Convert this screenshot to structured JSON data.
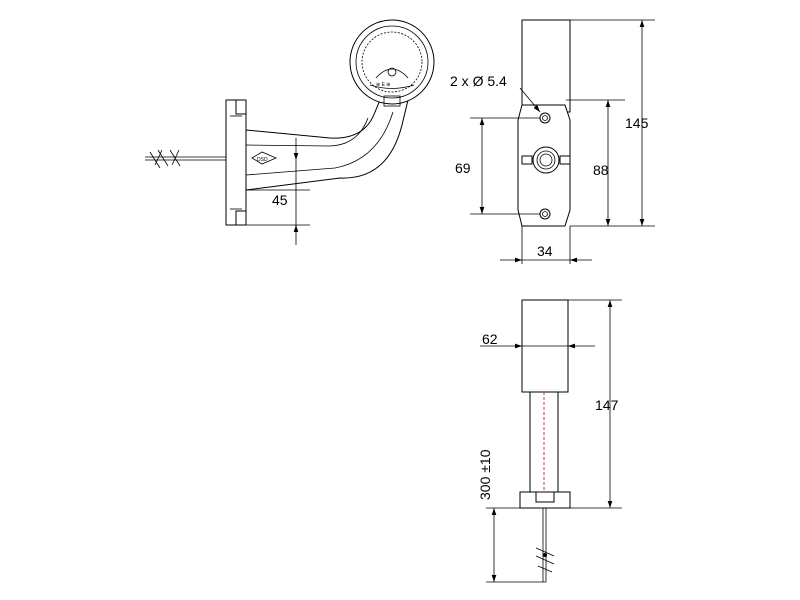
{
  "dimensions": {
    "side_offset": "45",
    "front_width": "34",
    "front_height_holes": "69",
    "front_height_mount": "88",
    "front_height_total": "145",
    "holes_label": "2 x Ø 5.4",
    "top_width": "62",
    "top_height": "147",
    "cable_length": "300 ±10"
  },
  "colors": {
    "line": "#000000",
    "accent": "#c0392b"
  }
}
